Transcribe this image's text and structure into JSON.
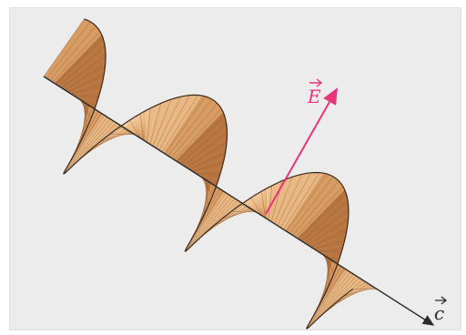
{
  "labels": {
    "field": "E",
    "propagation": "c"
  },
  "colors": {
    "fill_light": "#f3cfa3",
    "fill_dark": "#c07a43",
    "hatch": "#8a5a36",
    "outline": "#3e2a1c",
    "field_vector": "#e8347a",
    "axis": "#2b2b2b",
    "background": "#edecec"
  },
  "helix": {
    "turns": 2.75,
    "handedness": "circular"
  }
}
